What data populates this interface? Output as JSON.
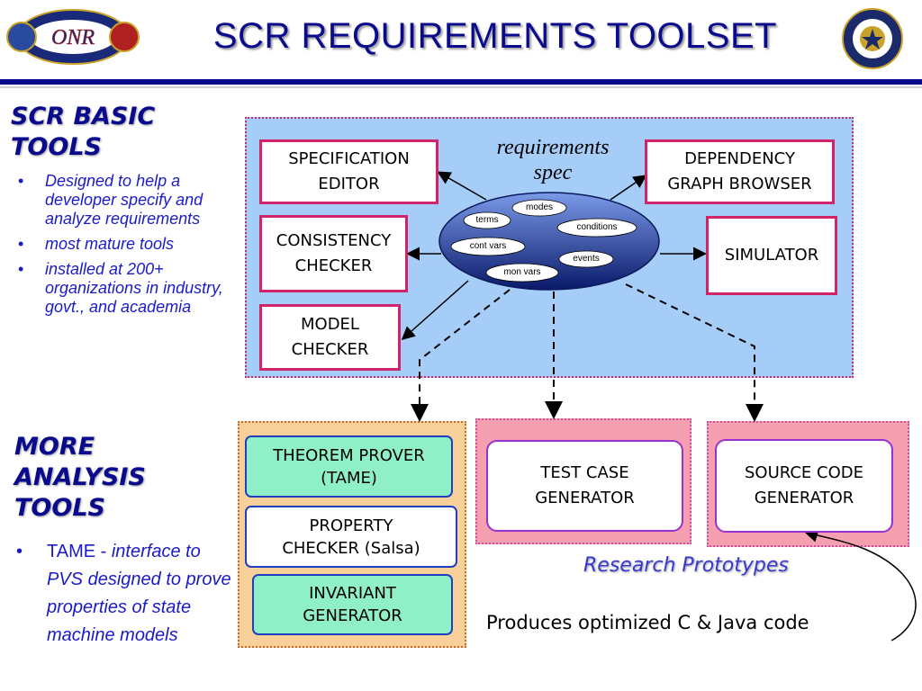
{
  "title": "SCR REQUIREMENTS TOOLSET",
  "logos": {
    "left_logo_text": "ONR",
    "left_logo_icon": "navy-emblem-icon",
    "right_logo_icon": "dod-seal-icon"
  },
  "sidebar": {
    "basic_heading_line1": "SCR BASIC",
    "basic_heading_line2": "TOOLS",
    "basic_bullets": [
      "Designed to help a developer specify and analyze requirements",
      "most mature tools",
      "installed at 200+ organizations in industry, govt., and academia"
    ],
    "more_heading_line1": "MORE",
    "more_heading_line2": "ANALYSIS",
    "more_heading_line3": "TOOLS",
    "tame_lead": "TAME - ",
    "tame_rest": "interface to PVS designed to prove properties of state machine models"
  },
  "diagram": {
    "center_label": "requirements\nspec",
    "spec_elements": [
      "modes",
      "terms",
      "conditions",
      "cont vars",
      "events",
      "mon vars"
    ],
    "basic_tools": {
      "specification_editor": "SPECIFICATION\nEDITOR",
      "consistency_checker": "CONSISTENCY\nCHECKER",
      "model_checker": "MODEL\nCHECKER",
      "dependency_graph_browser": "DEPENDENCY\nGRAPH BROWSER",
      "simulator": "SIMULATOR"
    },
    "analysis_tools": {
      "theorem_prover": "THEOREM PROVER\n(TAME)",
      "property_checker": "PROPERTY\nCHECKER (Salsa)",
      "invariant_generator": "INVARIANT\nGENERATOR"
    },
    "prototypes": {
      "test_case_generator": "TEST CASE\nGENERATOR",
      "source_code_generator": "SOURCE CODE\nGENERATOR"
    },
    "research_label": "Research Prototypes",
    "produces_label": "Produces optimized C & Java code"
  },
  "colors": {
    "title_blue": "#0a0a8c",
    "panel_blue": "#a6cdf7",
    "panel_orange": "#f8d09a",
    "panel_pink": "#f5a0b0",
    "box_border_red": "#d0246a",
    "box_green": "#8ff0c8"
  }
}
